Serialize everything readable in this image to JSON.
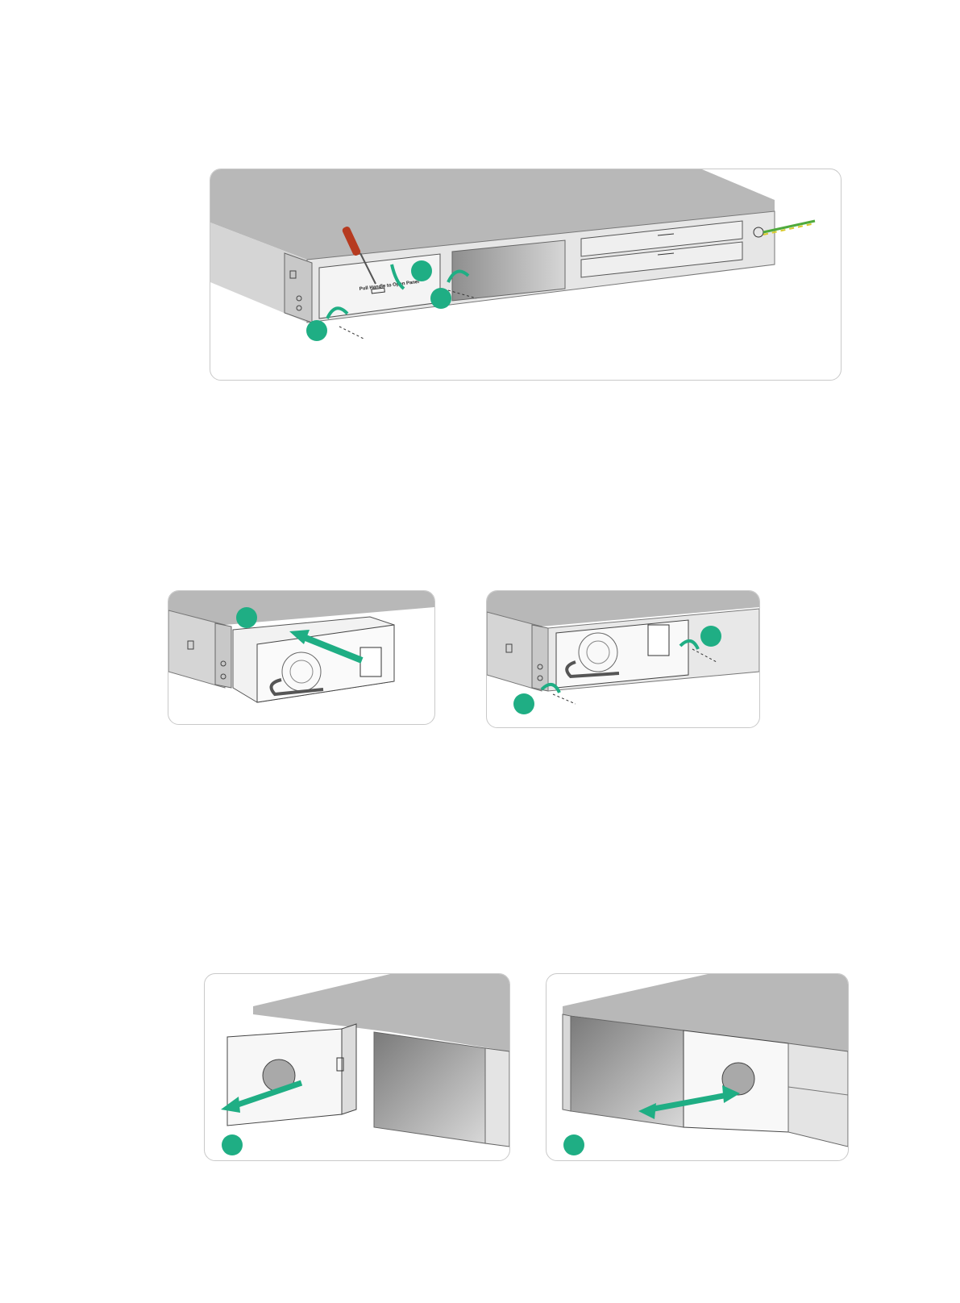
{
  "figures": [
    {
      "id": "fig1",
      "description_text": "",
      "panel_label": "Pull Handle to Open Panel",
      "step_badges": [
        "",
        "",
        ""
      ]
    },
    {
      "id": "fig2a",
      "step_badges": [
        ""
      ]
    },
    {
      "id": "fig2b",
      "step_badges": [
        "",
        ""
      ]
    },
    {
      "id": "fig3a",
      "step_badges": [
        ""
      ]
    },
    {
      "id": "fig3b",
      "step_badges": [
        ""
      ]
    }
  ],
  "colors": {
    "step_badge": "#1fae84",
    "chassis_top": "#b3b3b3",
    "chassis_front": "#d9d9d9",
    "cable_yellow": "#d8c92a",
    "cable_green": "#4faa3c",
    "screwdriver_red": "#b63a1f"
  },
  "icons": [
    "screwdriver-icon",
    "rotate-arrow-icon",
    "insert-arrow-icon",
    "ground-cable-icon"
  ]
}
